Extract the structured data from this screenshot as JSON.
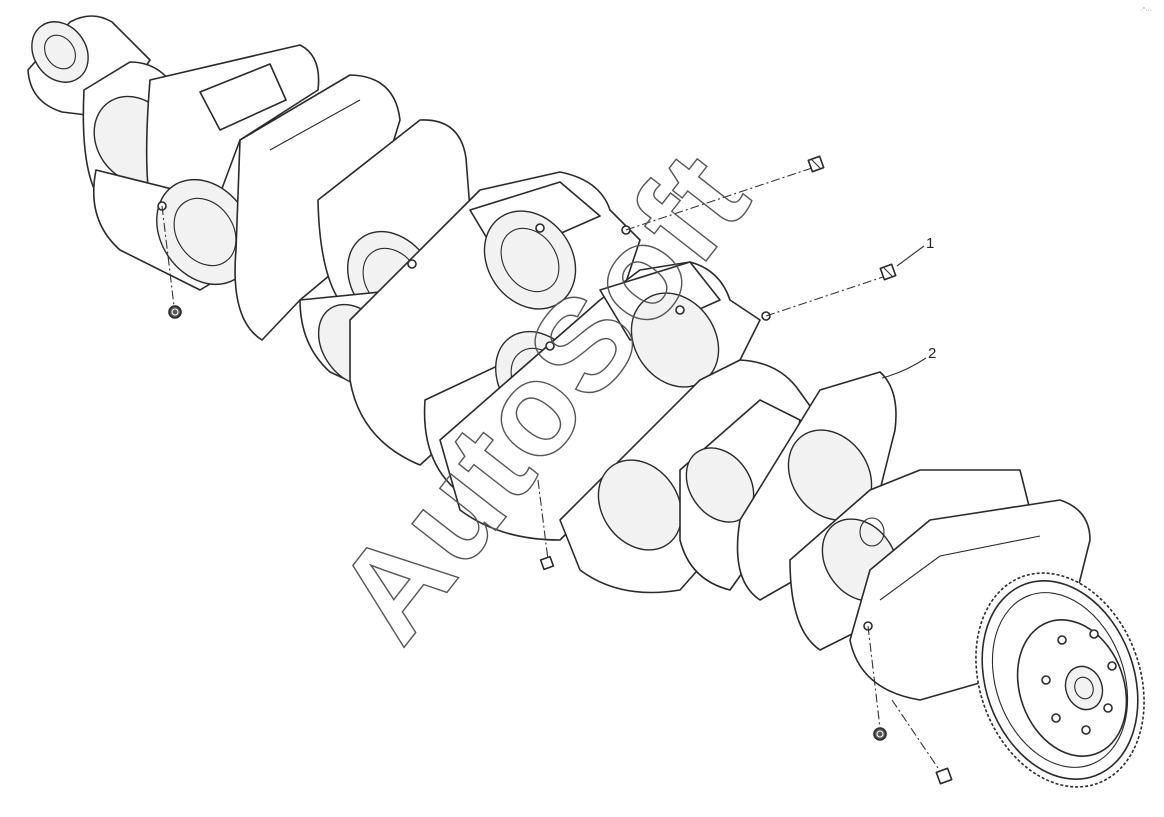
{
  "diagram": {
    "callouts": [
      {
        "id": "1",
        "label": "1"
      },
      {
        "id": "2",
        "label": "2"
      }
    ],
    "watermark": "AutoSoft",
    "corner_mark": "·°···",
    "colors": {
      "line": "#2a2a2a",
      "background": "#ffffff"
    }
  }
}
